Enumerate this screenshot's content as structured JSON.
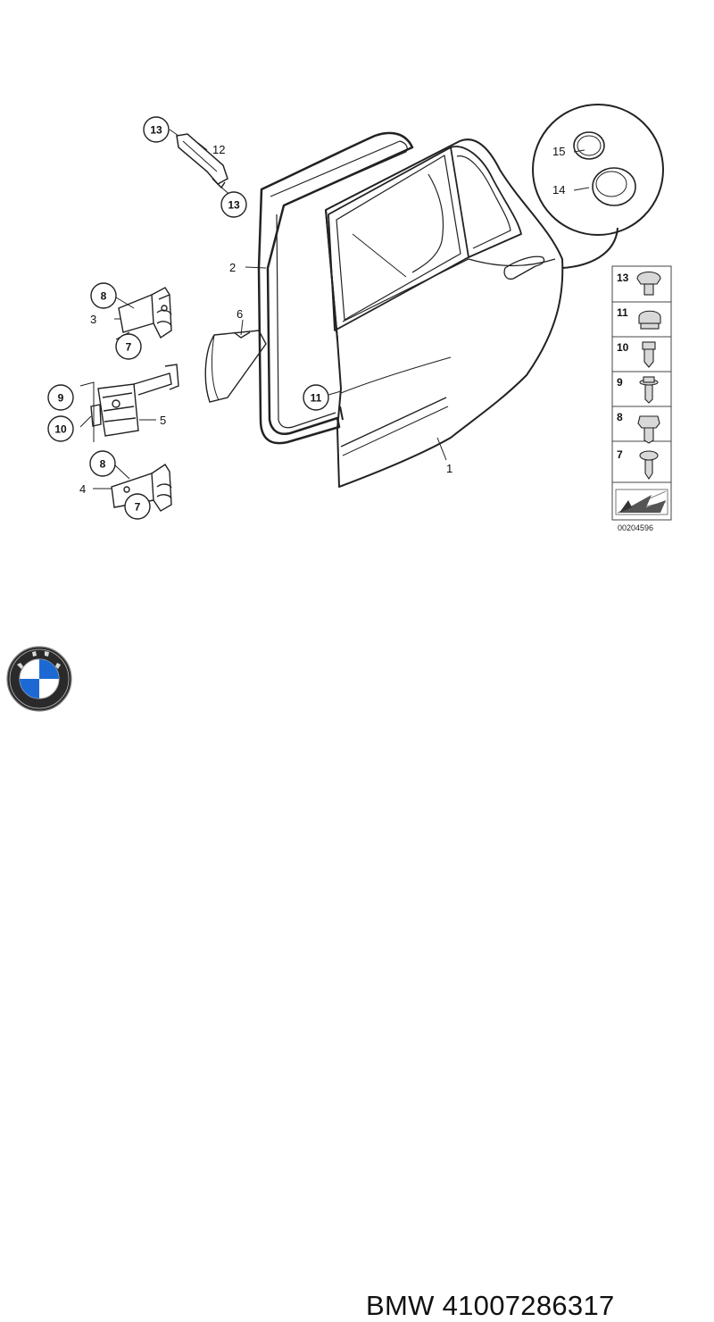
{
  "diagram": {
    "callouts": {
      "c13a": "13",
      "c12": "12",
      "c13b": "13",
      "c2": "2",
      "c8a": "8",
      "c3": "3",
      "c7a": "7",
      "c6": "6",
      "c9": "9",
      "c10": "10",
      "c5": "5",
      "c11": "11",
      "c8b": "8",
      "c4": "4",
      "c7b": "7",
      "c1": "1",
      "c15": "15",
      "c14": "14"
    },
    "legend": [
      "13",
      "11",
      "10",
      "9",
      "8",
      "7"
    ],
    "reference_number": "00204596"
  },
  "footer": {
    "brand_logo_text": "BMW",
    "part_title": "BMW 41007286317"
  }
}
